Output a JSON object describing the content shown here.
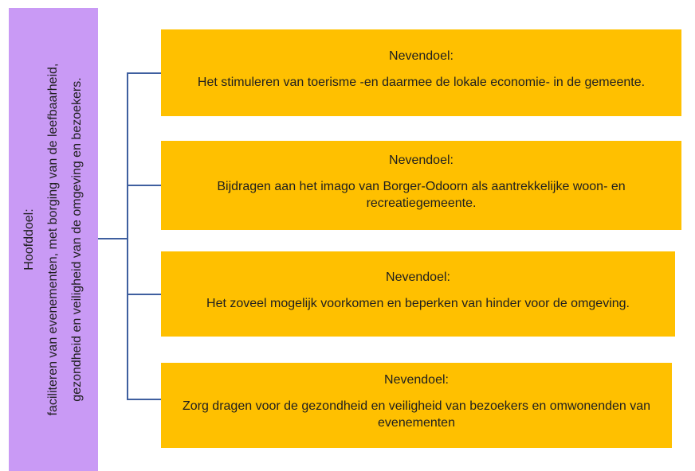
{
  "diagram": {
    "main_goal": {
      "heading": "Hoofddoel:",
      "lines": [
        "faciliteren van evenementen, met borging van de leefbaarheid,",
        "gezondheid en veiligheid van de omgeving en bezoekers."
      ]
    },
    "sub_goals": [
      {
        "heading": "Nevendoel:",
        "lines": [
          "Het stimuleren van toerisme -en daarmee de lokale economie- in de gemeente."
        ]
      },
      {
        "heading": "Nevendoel:",
        "lines": [
          "Bijdragen aan het imago van Borger-Odoorn als aantrekkelijke woon- en",
          "recreatiegemeente."
        ]
      },
      {
        "heading": "Nevendoel:",
        "lines": [
          "Het zoveel mogelijk voorkomen en beperken van hinder voor de omgeving."
        ]
      },
      {
        "heading": "Nevendoel:",
        "lines": [
          "Zorg dragen voor de gezondheid en veiligheid van bezoekers en omwonenden van",
          "evenementen"
        ]
      }
    ],
    "colors": {
      "main_goal_fill": "#C99AF5",
      "sub_goal_fill": "#FFC000",
      "connector": "#3F5F9F",
      "text": "#1F1F1F"
    }
  }
}
